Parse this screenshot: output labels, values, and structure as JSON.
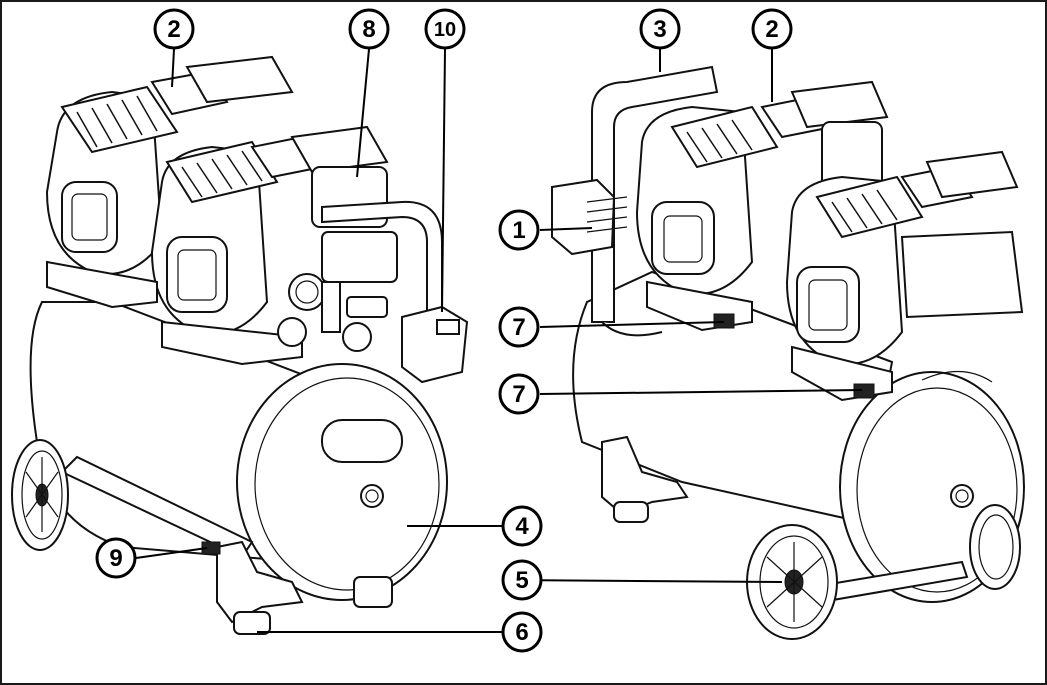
{
  "diagram": {
    "callouts": [
      {
        "id": "c2a",
        "label": "2"
      },
      {
        "id": "c8",
        "label": "8"
      },
      {
        "id": "c10",
        "label": "10"
      },
      {
        "id": "c3",
        "label": "3"
      },
      {
        "id": "c2b",
        "label": "2"
      },
      {
        "id": "c1",
        "label": "1"
      },
      {
        "id": "c7a",
        "label": "7"
      },
      {
        "id": "c7b",
        "label": "7"
      },
      {
        "id": "c4",
        "label": "4"
      },
      {
        "id": "c9",
        "label": "9"
      },
      {
        "id": "c5",
        "label": "5"
      },
      {
        "id": "c6",
        "label": "6"
      }
    ]
  }
}
